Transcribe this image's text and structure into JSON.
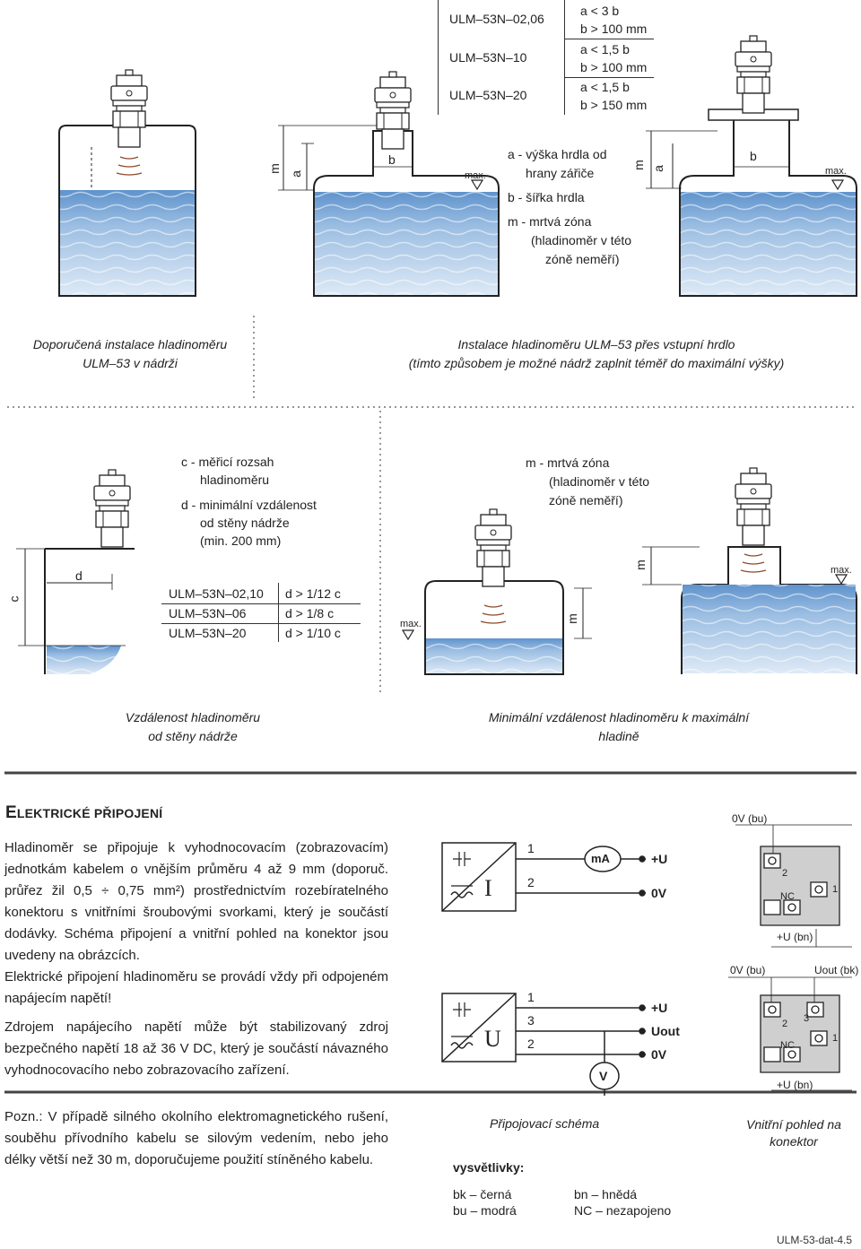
{
  "top_table": [
    {
      "model": "ULM–53N–02,06",
      "line1": "a < 3 b",
      "line2": "b > 100 mm"
    },
    {
      "model": "ULM–53N–10",
      "line1": "a < 1,5 b",
      "line2": "b > 100 mm"
    },
    {
      "model": "ULM–53N–20",
      "line1": "a < 1,5 b",
      "line2": "b > 150 mm"
    }
  ],
  "legend_top": {
    "a1": "a - výška hrdla od",
    "a2": "hrany zářiče",
    "b": "b - šířka hrdla",
    "m1": "m - mrtvá zóna",
    "m2": "(hladinoměr v této",
    "m3": "zóně neměří)"
  },
  "labels": {
    "m": "m",
    "a": "a",
    "b": "b",
    "c": "c",
    "d": "d",
    "max": "max."
  },
  "caption1": {
    "line1": "Doporučená instalace hladinoměru",
    "line2": "ULM–53 v nádrži"
  },
  "caption2": {
    "line1": "Instalace hladinoměru ULM–53 přes vstupní hrdlo",
    "line2": "(tímto způsobem je možné nádrž zaplnit téměř do maximální výšky)"
  },
  "legend_mid": {
    "c1": "c - měřicí rozsah",
    "c2": "hladinoměru",
    "d1": "d - minimální vzdálenost",
    "d2": "od stěny nádrže",
    "d3": "(min. 200 mm)"
  },
  "mid_table": [
    {
      "model": "ULM–53N–02,10",
      "value": "d > 1/12 c"
    },
    {
      "model": "ULM–53N–06",
      "value": "d > 1/8 c"
    },
    {
      "model": "ULM–53N–20",
      "value": "d > 1/10 c"
    }
  ],
  "legend_mid_right": {
    "m1": "m - mrtvá zóna",
    "m2": "(hladinoměr v této",
    "m3": "zóně neměří)"
  },
  "caption3": {
    "line1": "Vzdálenost hladinoměru",
    "line2": "od stěny nádrže"
  },
  "caption4": {
    "line1": "Minimální vzdálenost hladinoměru k maximální",
    "line2": "hladině"
  },
  "section": {
    "first": "E",
    "rest": "LEKTRICKÉ PŘIPOJENÍ"
  },
  "para1": "Hladinoměr se připojuje k vyhodnocovacím (zobrazovacím) jednotkám kabelem o vnějším průměru 4 až 9 mm (doporuč. průřez žil 0,5 ÷ 0,75 mm²) prostřednictvím rozebíratelného konektoru s vnitřními šroubovými svorkami, který je součástí dodávky. Schéma připojení a vnitřní pohled na konektor jsou uvedeny na obrázcích.",
  "para2": "Elektrické připojení hladinoměru se provádí vždy při odpojeném napájecím napětí!",
  "para3": "Zdrojem napájecího napětí může být stabilizovaný zdroj bezpečného napětí 18 až 36 V DC, který je součástí návazného vyhodnocovacího nebo zobrazovacího zařízení.",
  "pozn": "Pozn.: V případě silného okolního elektromagnetického rušení, souběhu přívodního kabelu se silovým vedením, nebo jeho délky větší než 30 m, doporučujeme použití stíněného kabelu.",
  "scheme1": {
    "box": "I",
    "t1": "1",
    "t2": "2",
    "meter": "mA",
    "plus": "+U",
    "zero": "0V"
  },
  "scheme2": {
    "box": "U",
    "t1": "1",
    "t3": "3",
    "t2": "2",
    "meter": "V",
    "plus": "+U",
    "uout": "Uout",
    "zero": "0V"
  },
  "conn1": {
    "top": "0V (bu)",
    "bottom": "+U (bn)",
    "n2": "2",
    "n1": "1",
    "nc": "NC"
  },
  "conn2": {
    "top_left": "0V (bu)",
    "top_right": "Uout (bk)",
    "bottom": "+U (bn)",
    "n2": "2",
    "n3": "3",
    "n1": "1",
    "nc": "NC"
  },
  "caption5": "Připojovací schéma",
  "caption6": {
    "line1": "Vnitřní pohled na",
    "line2": "konektor"
  },
  "vysvetlivky": {
    "title": "vysvětlivky:",
    "bk_code": "bk",
    "bk": "černá",
    "bu_code": "bu",
    "bu": "modrá",
    "bn_code": "bn",
    "bn": "hnědá",
    "nc_code": "NC",
    "nc": "nezapojeno"
  },
  "footer": "ULM-53-dat-4.5",
  "colors": {
    "water_top": "#6f9fd2",
    "water_bottom": "#cfe0f3",
    "rule": "#444444"
  }
}
